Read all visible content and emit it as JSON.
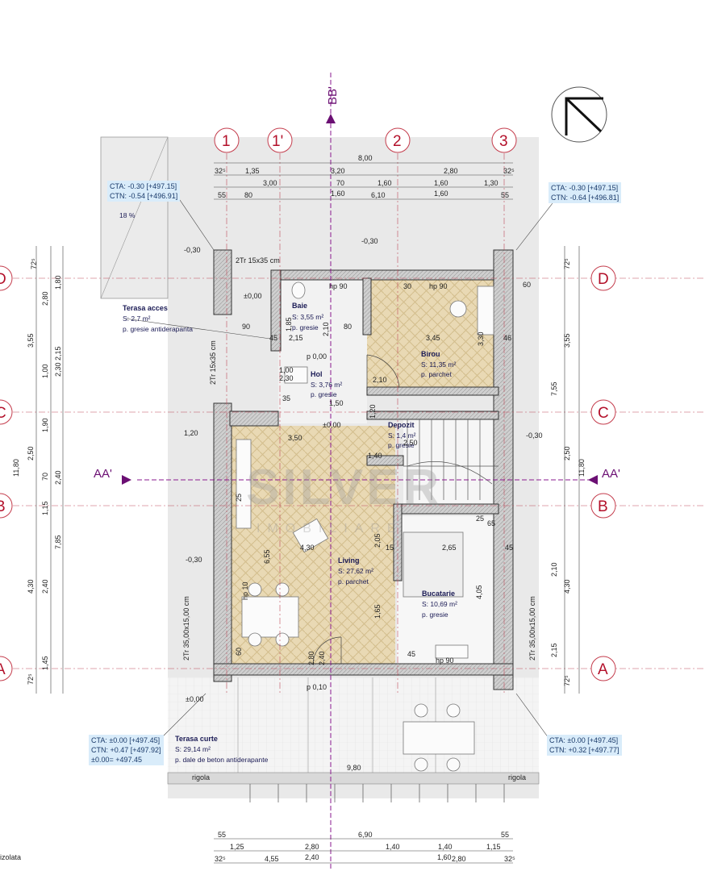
{
  "section_bb": "BB'",
  "section_aa_left": "AA'",
  "section_aa_right": "AA'",
  "axes_top": [
    "1",
    "1'",
    "2",
    "3"
  ],
  "axes_side": [
    "D",
    "C",
    "B",
    "A"
  ],
  "top_dims": {
    "overall": "8,00",
    "row1": [
      "32⁵",
      "1,35",
      "3,20",
      "2,80",
      "32⁵"
    ],
    "row2": [
      "3,00",
      "70",
      "1,60",
      "1,60",
      "1,30"
    ],
    "row3": [
      "55",
      "80",
      "1,60",
      "6,10",
      "1,60",
      "55"
    ]
  },
  "bottom_dims": {
    "row1": [
      "55",
      "6,90",
      "55"
    ],
    "row2": [
      "1,25",
      "2,80",
      "1,40",
      "1,40",
      "1,15"
    ],
    "row3": [
      "32⁵",
      "4,55",
      "2,40",
      "1,60",
      "2,80",
      "32⁵"
    ],
    "rigola": "rigola",
    "terrace_width": "9,80",
    "izolata": "izolata"
  },
  "left_dims": [
    "72⁵",
    "1,80",
    "2,80",
    "3,55",
    "2,15",
    "1,00",
    "2,30",
    "1,90",
    "2,50",
    "11,80",
    "70",
    "2,40",
    "1,15",
    "7,85",
    "4,30",
    "2,40",
    "1,45",
    "72⁵"
  ],
  "right_dims": [
    "72⁵",
    "3,55",
    "7,55",
    "2,50",
    "11,80",
    "2,10",
    "4,30",
    "2,15",
    "72⁵"
  ],
  "cta": {
    "top_left": [
      "CTA: -0.30 [+497.15]",
      "CTN: -0.54 [+496.91]"
    ],
    "top_right": [
      "CTA: -0.30 [+497.15]",
      "CTN: -0.64 [+496.81]"
    ],
    "bottom_left": [
      "CTA: ±0.00 [+497.45]",
      "CTN: +0.47 [+497.92]",
      "±0.00= +497.45"
    ],
    "bottom_right": [
      "CTA: ±0.00 [+497.45]",
      "CTN: +0.32 [+497.77]"
    ]
  },
  "rooms": {
    "terasa_acces": {
      "name": "Terasa acces",
      "area": "S: 2,7 m²",
      "floor": "p. gresie antiderapanta",
      "slope": "18 %"
    },
    "baie": {
      "name": "Baie",
      "area": "S: 3,55 m²",
      "floor": "p. gresie"
    },
    "birou": {
      "name": "Birou",
      "area": "S: 11,35 m²",
      "floor": "p. parchet"
    },
    "hol": {
      "name": "Hol",
      "area": "S: 3,76 m²",
      "floor": "p. gresie"
    },
    "depozit": {
      "name": "Depozit",
      "area": "S: 1,4 m²",
      "floor": "p. gresie"
    },
    "living": {
      "name": "Living",
      "area": "S: 27,62 m²",
      "floor": "p. parchet"
    },
    "bucatarie": {
      "name": "Bucatarie",
      "area": "S: 10,69 m²",
      "floor": "p. gresie"
    },
    "terasa_curte": {
      "name": "Terasa curte",
      "area": "S: 29,14 m²",
      "floor": "p. dale de beton antiderapante"
    }
  },
  "annotations": {
    "col": "2Tr 15x35 cm",
    "col_v": "2Tr 15x35 cm",
    "stair_left": "2Tr 35,00x15,00 cm",
    "stair_right": "2Tr 35,00x15,00 cm",
    "lvl_neg": "-0,30",
    "lvl_zero": "±0,00",
    "p000": "p 0,00",
    "p010": "p 0,10",
    "hp90": "hp 90",
    "hp10": "hp 10",
    "inner": [
      "1,85",
      "80",
      "2,10",
      "2,15",
      "90",
      "45",
      "3,45",
      "3,30",
      "46",
      "30",
      "60",
      "1,20",
      "35",
      "1,50",
      "1,20",
      "3,50",
      "2,05",
      "15",
      "6,55",
      "4,30",
      "1,65",
      "2,80",
      "2,40",
      "60",
      "45",
      "2,65",
      "4,05",
      "25",
      "65",
      "45",
      "1,40",
      "2,50",
      "2,10",
      "2,30",
      "1,00",
      "25"
    ],
    "watermark": "SILVER",
    "watermark_sub": "IMOBILIARE"
  }
}
